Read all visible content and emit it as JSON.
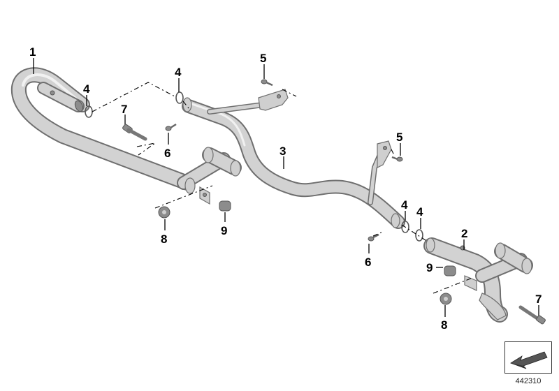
{
  "diagram": {
    "callouts": [
      {
        "id": "c1",
        "label": "1"
      },
      {
        "id": "c2",
        "label": "2"
      },
      {
        "id": "c3",
        "label": "3"
      },
      {
        "id": "c4a",
        "label": "4"
      },
      {
        "id": "c4b",
        "label": "4"
      },
      {
        "id": "c4c",
        "label": "4"
      },
      {
        "id": "c4d",
        "label": "4"
      },
      {
        "id": "c5a",
        "label": "5"
      },
      {
        "id": "c5b",
        "label": "5"
      },
      {
        "id": "c6a",
        "label": "6"
      },
      {
        "id": "c6b",
        "label": "6"
      },
      {
        "id": "c7a",
        "label": "7"
      },
      {
        "id": "c7b",
        "label": "7"
      },
      {
        "id": "c8a",
        "label": "8"
      },
      {
        "id": "c8b",
        "label": "8"
      },
      {
        "id": "c9a",
        "label": "9"
      },
      {
        "id": "c9b",
        "label": "9"
      }
    ],
    "catalog_number": "442310",
    "icons": {
      "corner_badge": "arrow-down-left-icon"
    },
    "colors": {
      "tube_outline": "#6f6f6f",
      "tube_fill": "#d2d2d2",
      "leader": "#000000",
      "background": "#ffffff"
    }
  }
}
